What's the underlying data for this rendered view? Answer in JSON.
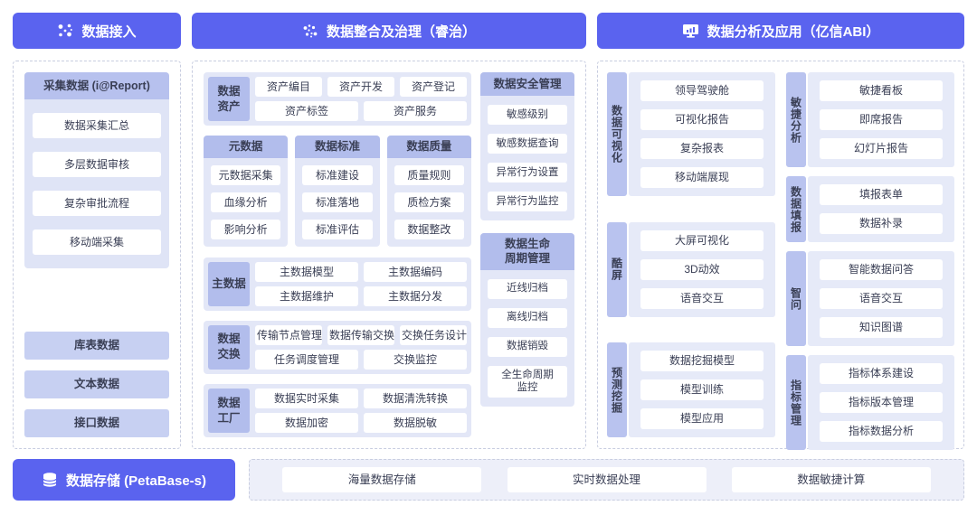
{
  "palette": {
    "indigo": "#5a63ef",
    "periwinkle": "#b2bdec",
    "panel": "#e3e7f7",
    "chip": "#c7d0f2",
    "text": "#3a3f55"
  },
  "icons": {
    "access": "dots-network-icon",
    "governance": "dots-cluster-icon",
    "analysis": "monitor-chart-icon",
    "storage": "database-icon"
  },
  "access": {
    "title": "数据接入",
    "collect": {
      "title": "采集数据 (i@Report)",
      "items": [
        "数据采集汇总",
        "多层数据审核",
        "复杂审批流程",
        "移动端采集"
      ]
    },
    "sources": [
      "库表数据",
      "文本数据",
      "接口数据"
    ]
  },
  "governance": {
    "title": "数据整合及治理（睿治）",
    "asset": {
      "label": "数据资产",
      "row1": [
        "资产编目",
        "资产开发",
        "资产登记"
      ],
      "row2": [
        "资产标签",
        "资产服务"
      ]
    },
    "trio": [
      {
        "label": "元数据",
        "items": [
          "元数据采集",
          "血缘分析",
          "影响分析"
        ]
      },
      {
        "label": "数据标准",
        "items": [
          "标准建设",
          "标准落地",
          "标准评估"
        ]
      },
      {
        "label": "数据质量",
        "items": [
          "质量规则",
          "质检方案",
          "数据整改"
        ]
      }
    ],
    "master": {
      "label": "主数据",
      "row1": [
        "主数据模型",
        "主数据编码"
      ],
      "row2": [
        "主数据维护",
        "主数据分发"
      ]
    },
    "exchange": {
      "label": "数据交换",
      "row1": [
        "传输节点管理",
        "数据传输交换",
        "交换任务设计"
      ],
      "row2": [
        "任务调度管理",
        "交换监控"
      ]
    },
    "factory": {
      "label": "数据工厂",
      "row1": [
        "数据实时采集",
        "数据清洗转换"
      ],
      "row2": [
        "数据加密",
        "数据脱敏"
      ]
    },
    "security": {
      "title": "数据安全管理",
      "items": [
        "敏感级别",
        "敏感数据查询",
        "异常行为设置",
        "异常行为监控"
      ]
    },
    "lifecycle": {
      "title": "数据生命周期管理",
      "items": [
        "近线归档",
        "离线归档",
        "数据销毁",
        "全生命周期监控"
      ]
    }
  },
  "analysis": {
    "title": "数据分析及应用（亿信ABI）",
    "left": [
      {
        "label": "数据可视化",
        "items": [
          "领导驾驶舱",
          "可视化报告",
          "复杂报表",
          "移动端展现"
        ]
      },
      {
        "label": "酷屏",
        "items": [
          "大屏可视化",
          "3D动效",
          "语音交互"
        ]
      },
      {
        "label": "预测挖掘",
        "items": [
          "数据挖掘模型",
          "模型训练",
          "模型应用"
        ]
      }
    ],
    "right": [
      {
        "label": "敏捷分析",
        "items": [
          "敏捷看板",
          "即席报告",
          "幻灯片报告"
        ]
      },
      {
        "label": "数据填报",
        "items": [
          "填报表单",
          "数据补录"
        ]
      },
      {
        "label": "智问",
        "items": [
          "智能数据问答",
          "语音交互",
          "知识图谱"
        ]
      },
      {
        "label": "指标管理",
        "items": [
          "指标体系建设",
          "指标版本管理",
          "指标数据分析"
        ]
      }
    ]
  },
  "storage": {
    "title": "数据存储 (PetaBase-s)",
    "items": [
      "海量数据存储",
      "实时数据处理",
      "数据敏捷计算"
    ]
  }
}
